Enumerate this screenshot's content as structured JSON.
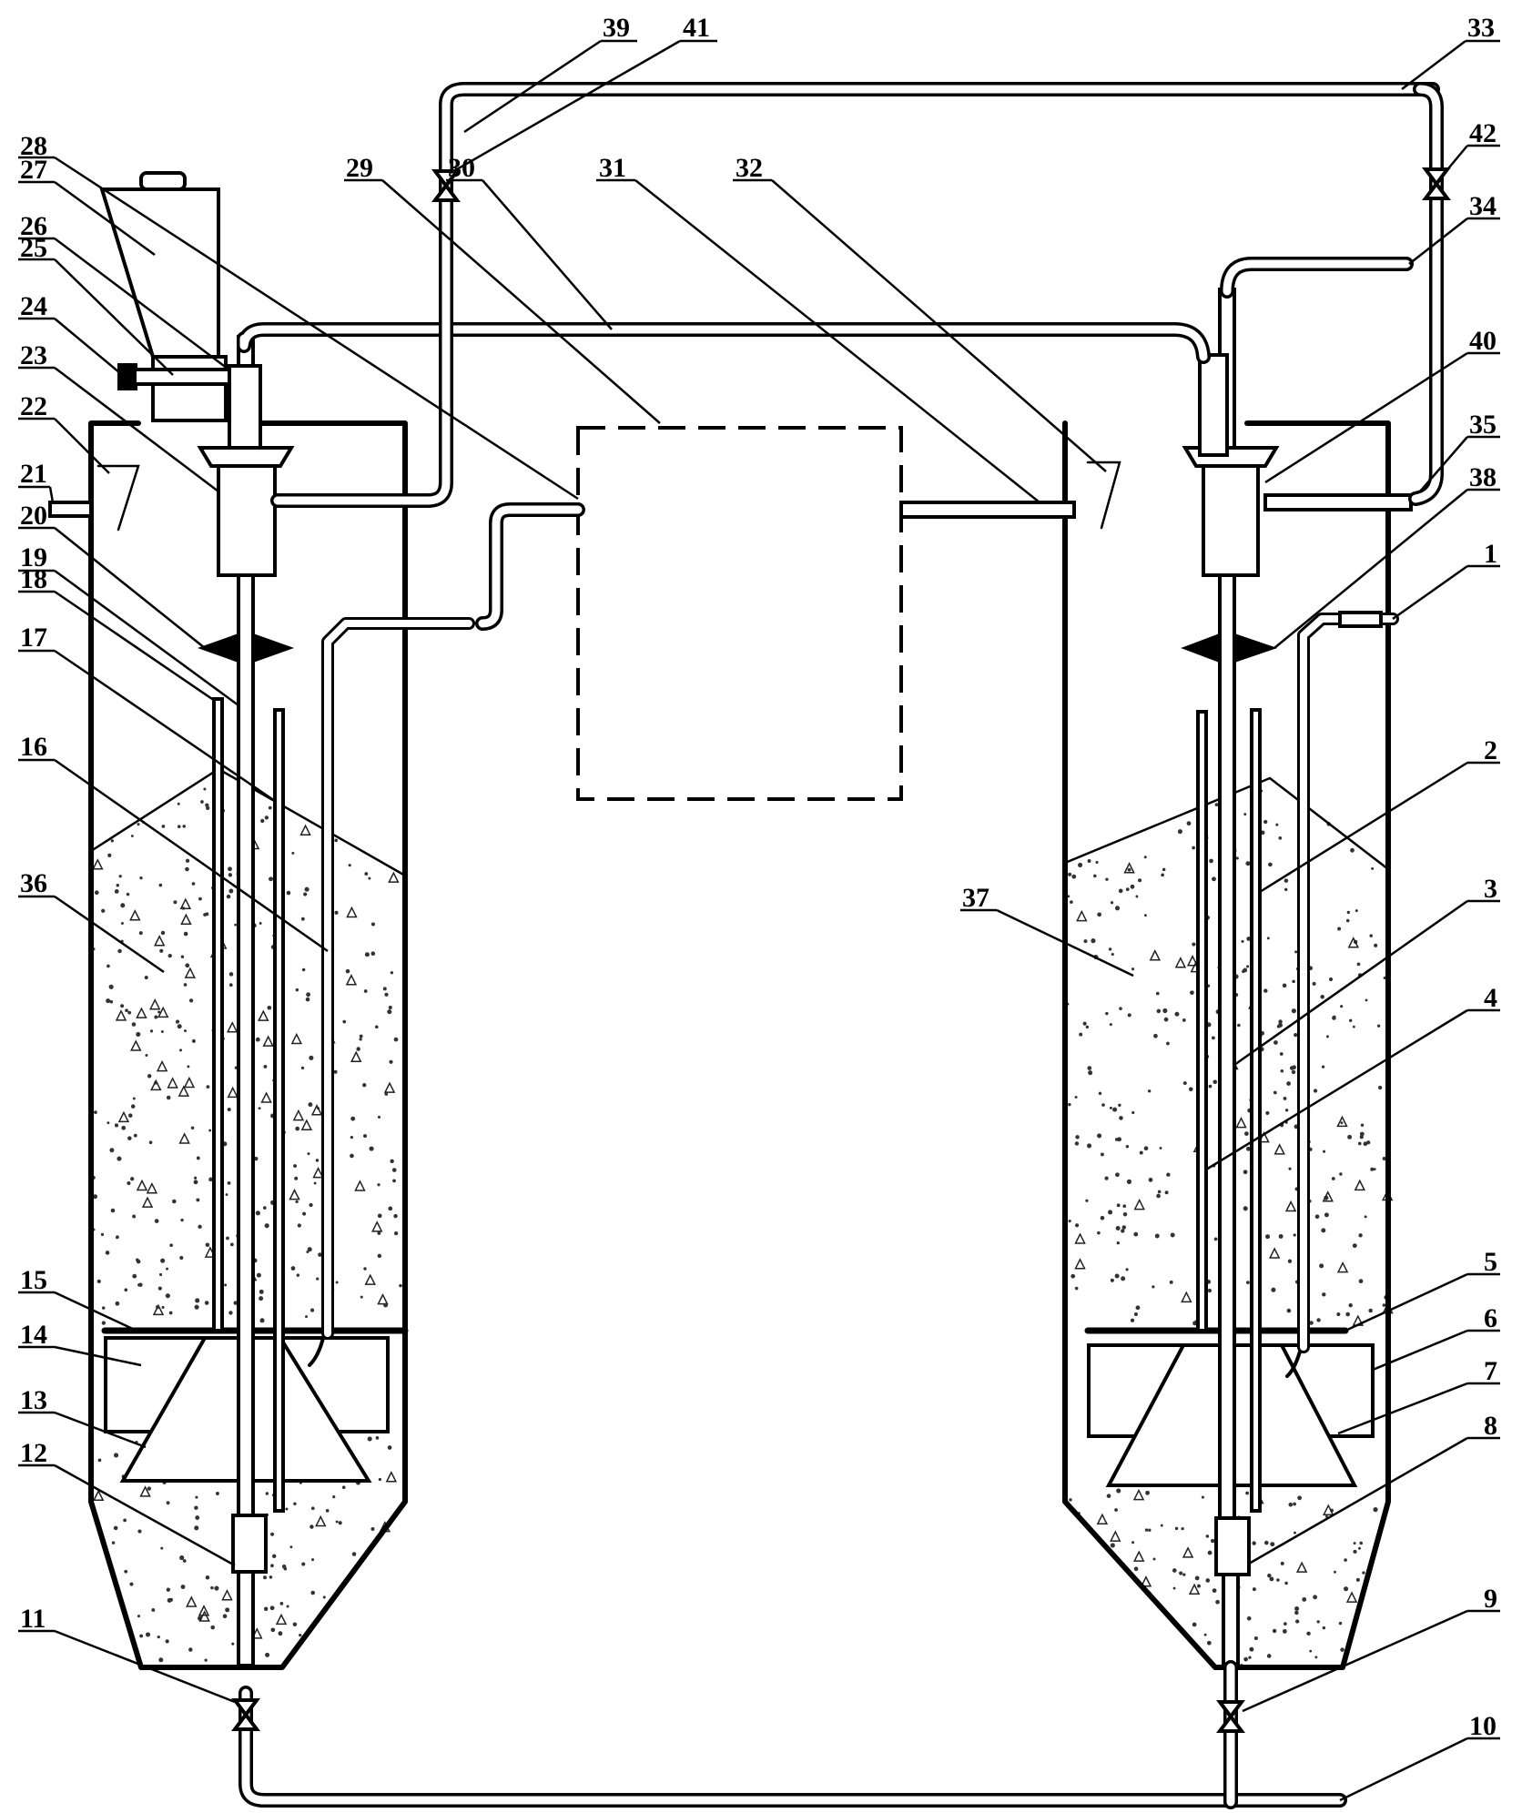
{
  "labels": {
    "n1": "1",
    "n2": "2",
    "n3": "3",
    "n4": "4",
    "n5": "5",
    "n6": "6",
    "n7": "7",
    "n8": "8",
    "n9": "9",
    "n10": "10",
    "n11": "11",
    "n12": "12",
    "n13": "13",
    "n14": "14",
    "n15": "15",
    "n16": "16",
    "n17": "17",
    "n18": "18",
    "n19": "19",
    "n20": "20",
    "n21": "21",
    "n22": "22",
    "n23": "23",
    "n24": "24",
    "n25": "25",
    "n26": "26",
    "n27": "27",
    "n28": "28",
    "n29": "29",
    "n30": "30",
    "n31": "31",
    "n32": "32",
    "n33": "33",
    "n34": "34",
    "n35": "35",
    "n36": "36",
    "n37": "37",
    "n38": "38",
    "n39": "39",
    "n40": "40",
    "n41": "41",
    "n42": "42"
  }
}
